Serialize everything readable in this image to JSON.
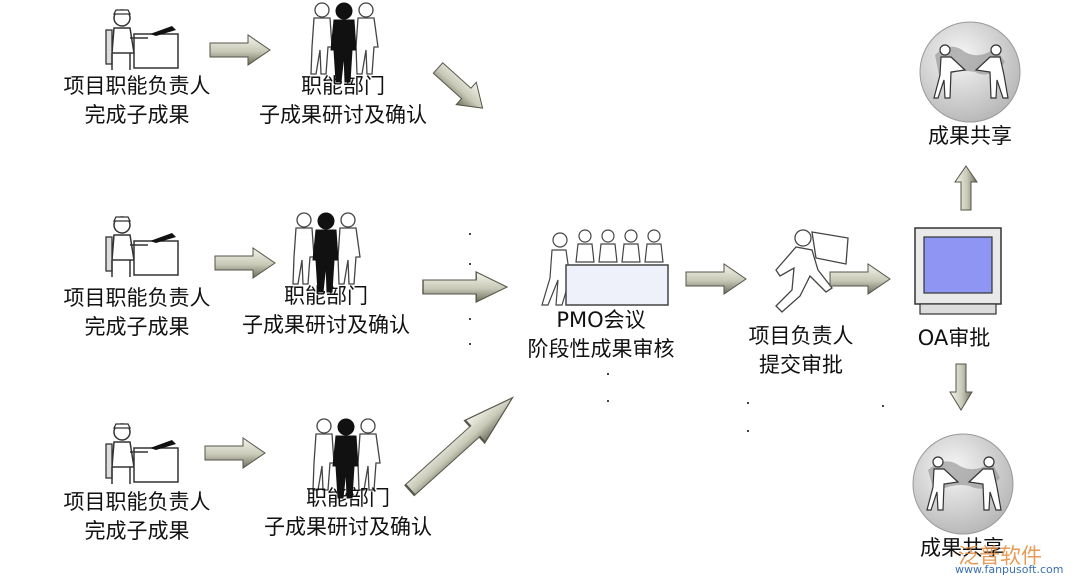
{
  "rows": [
    {
      "person_line1": "项目职能负责人",
      "person_line2": "完成子成果",
      "dept_line1": "职能部门",
      "dept_line2": "子成果研讨及确认"
    },
    {
      "person_line1": "项目职能负责人",
      "person_line2": "完成子成果",
      "dept_line1": "职能部门",
      "dept_line2": "子成果研讨及确认"
    },
    {
      "person_line1": "项目职能负责人",
      "person_line2": "完成子成果",
      "dept_line1": "职能部门",
      "dept_line2": "子成果研讨及确认"
    }
  ],
  "pmo": {
    "line1": "PMO会议",
    "line2": "阶段性成果审核"
  },
  "submitter": {
    "line1": "项目负责人",
    "line2": "提交审批"
  },
  "oa": {
    "label": "OA审批"
  },
  "share_top": {
    "label": "成果共享"
  },
  "share_bottom": {
    "label": "成果共享"
  },
  "watermark": {
    "brand": "泛普软件",
    "url": "www.fanpusoft.com"
  },
  "colors": {
    "arrow_light": "#f0f0e6",
    "arrow_dark": "#6e6e5c",
    "globe": "#d9d9d9",
    "screen": "#8e95f2"
  }
}
